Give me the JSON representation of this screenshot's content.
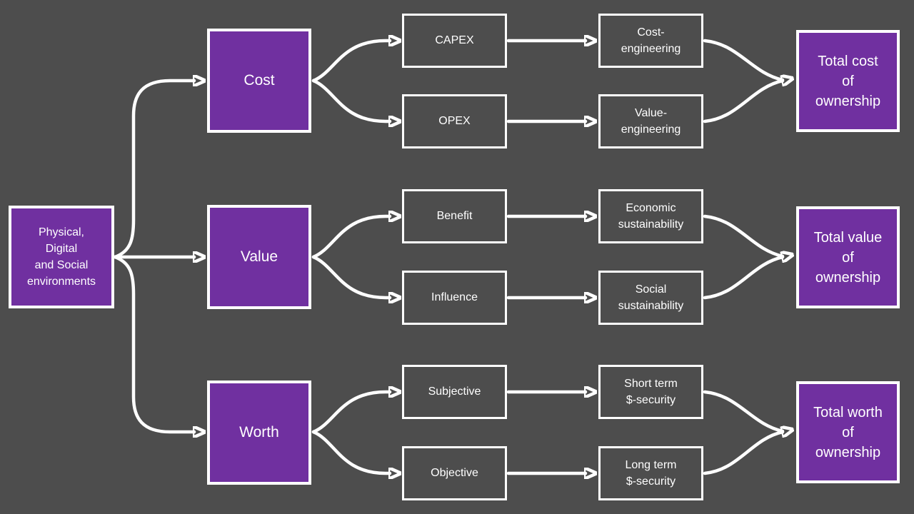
{
  "colors": {
    "background": "#4d4d4d",
    "box_fill_purple": "#7030a0",
    "line_and_border": "#ffffff",
    "text": "#ffffff"
  },
  "nodes": {
    "environments": "Physical,\nDigital\nand Social\nenvironments",
    "cost": "Cost",
    "capex": "CAPEX",
    "opex": "OPEX",
    "cost_engineering": "Cost-\nengineering",
    "value_engineering": "Value-\nengineering",
    "total_cost": "Total cost\nof\nownership",
    "value": "Value",
    "benefit": "Benefit",
    "influence": "Influence",
    "economic_sustainability": "Economic\nsustainability",
    "social_sustainability": "Social\nsustainability",
    "total_value": "Total value\nof\nownership",
    "worth": "Worth",
    "subjective": "Subjective",
    "objective": "Objective",
    "short_term_security": "Short term\n$-security",
    "long_term_security": "Long term\n$-security",
    "total_worth": "Total worth\nof\nownership"
  },
  "edges": [
    {
      "from": "environments",
      "to": "cost"
    },
    {
      "from": "environments",
      "to": "value"
    },
    {
      "from": "environments",
      "to": "worth"
    },
    {
      "from": "cost",
      "to": "capex"
    },
    {
      "from": "cost",
      "to": "opex"
    },
    {
      "from": "capex",
      "to": "cost_engineering"
    },
    {
      "from": "opex",
      "to": "value_engineering"
    },
    {
      "from": "cost_engineering",
      "to": "total_cost"
    },
    {
      "from": "value_engineering",
      "to": "total_cost"
    },
    {
      "from": "value",
      "to": "benefit"
    },
    {
      "from": "value",
      "to": "influence"
    },
    {
      "from": "benefit",
      "to": "economic_sustainability"
    },
    {
      "from": "influence",
      "to": "social_sustainability"
    },
    {
      "from": "economic_sustainability",
      "to": "total_value"
    },
    {
      "from": "social_sustainability",
      "to": "total_value"
    },
    {
      "from": "worth",
      "to": "subjective"
    },
    {
      "from": "worth",
      "to": "objective"
    },
    {
      "from": "subjective",
      "to": "short_term_security"
    },
    {
      "from": "objective",
      "to": "long_term_security"
    },
    {
      "from": "short_term_security",
      "to": "total_worth"
    },
    {
      "from": "long_term_security",
      "to": "total_worth"
    }
  ]
}
